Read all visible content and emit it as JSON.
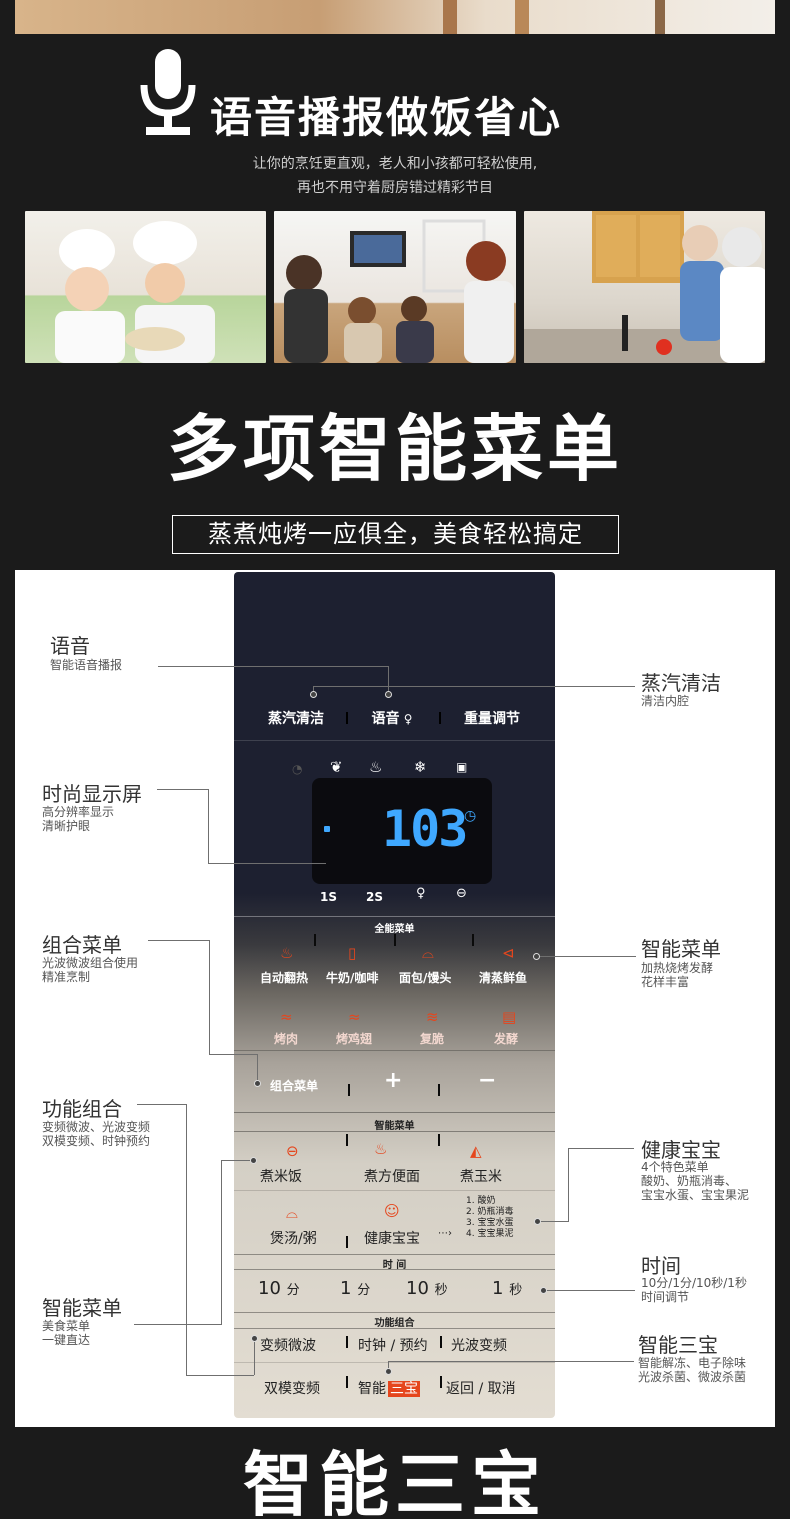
{
  "header": {
    "title": "语音播报做饭省心",
    "subtitle_line1": "让你的烹饪更直观，老人和小孩都可轻松使用,",
    "subtitle_line2": "再也不用守着厨房错过精彩节目"
  },
  "menu_section": {
    "title": "多项智能菜单",
    "tagline": "蒸煮炖烤一应俱全，美食轻松搞定"
  },
  "callouts": {
    "voice": {
      "title": "语音",
      "desc": "智能语音播报"
    },
    "display": {
      "title": "时尚显示屏",
      "desc1": "高分辨率显示",
      "desc2": "清晰护眼"
    },
    "combo_menu": {
      "title": "组合菜单",
      "desc1": "光波微波组合使用",
      "desc2": "精准烹制"
    },
    "function_combo": {
      "title": "功能组合",
      "desc1": "变频微波、光波变频",
      "desc2": "双模变频、时钟预约"
    },
    "smart_menu_left": {
      "title": "智能菜单",
      "desc1": "美食菜单",
      "desc2": "一键直达"
    },
    "steam_clean": {
      "title": "蒸汽清洁",
      "desc": "清洁内腔"
    },
    "smart_menu_right": {
      "title": "智能菜单",
      "desc1": "加热烧烤发酵",
      "desc2": "花样丰富"
    },
    "health_baby": {
      "title": "健康宝宝",
      "desc1": "4个特色菜单",
      "desc2": "酸奶、奶瓶消毒、",
      "desc3": "宝宝水蛋、宝宝果泥"
    },
    "time": {
      "title": "时间",
      "desc1": "10分/1分/10秒/1秒",
      "desc2": "时间调节"
    },
    "smart_three": {
      "title": "智能三宝",
      "desc1": "智能解冻、电子除味",
      "desc2": "光波杀菌、微波杀菌"
    }
  },
  "panel": {
    "top_buttons": [
      "蒸汽清洁",
      "语音",
      "重量调节"
    ],
    "display_digits": "103",
    "display_bottom": [
      "1S",
      "2S"
    ],
    "section_all_menu": "全能菜单",
    "menu_row1": [
      "自动翻热",
      "牛奶/咖啡",
      "面包/馒头",
      "清蒸鲜鱼"
    ],
    "menu_row2": [
      "烤肉",
      "烤鸡翅",
      "复脆",
      "发酵"
    ],
    "combo_label": "组合菜单",
    "plus": "+",
    "minus": "−",
    "section_smart_menu": "智能菜单",
    "smart_row1": [
      "煮米饭",
      "煮方便面",
      "煮玉米"
    ],
    "smart_row2": [
      "煲汤/粥",
      "健康宝宝"
    ],
    "baby_list": [
      "1. 酸奶",
      "2. 奶瓶消毒",
      "3. 宝宝水蛋",
      "4. 宝宝果泥"
    ],
    "section_time": "时 间",
    "time_buttons": [
      {
        "num": "10",
        "unit": "分"
      },
      {
        "num": "1",
        "unit": "分"
      },
      {
        "num": "10",
        "unit": "秒"
      },
      {
        "num": "1",
        "unit": "秒"
      }
    ],
    "section_function": "功能组合",
    "func_row1": [
      "变频微波",
      "时钟 / 预约",
      "光波变频"
    ],
    "func_row2_left": "双模变频",
    "func_row2_mid_a": "智能",
    "func_row2_mid_b": "三宝",
    "func_row2_right": "返回 / 取消"
  },
  "footer": {
    "title": "智能三宝"
  },
  "colors": {
    "display_digits": "#3fa8ff",
    "accent_orange": "#e5461d",
    "background": "#1b1b1b"
  }
}
